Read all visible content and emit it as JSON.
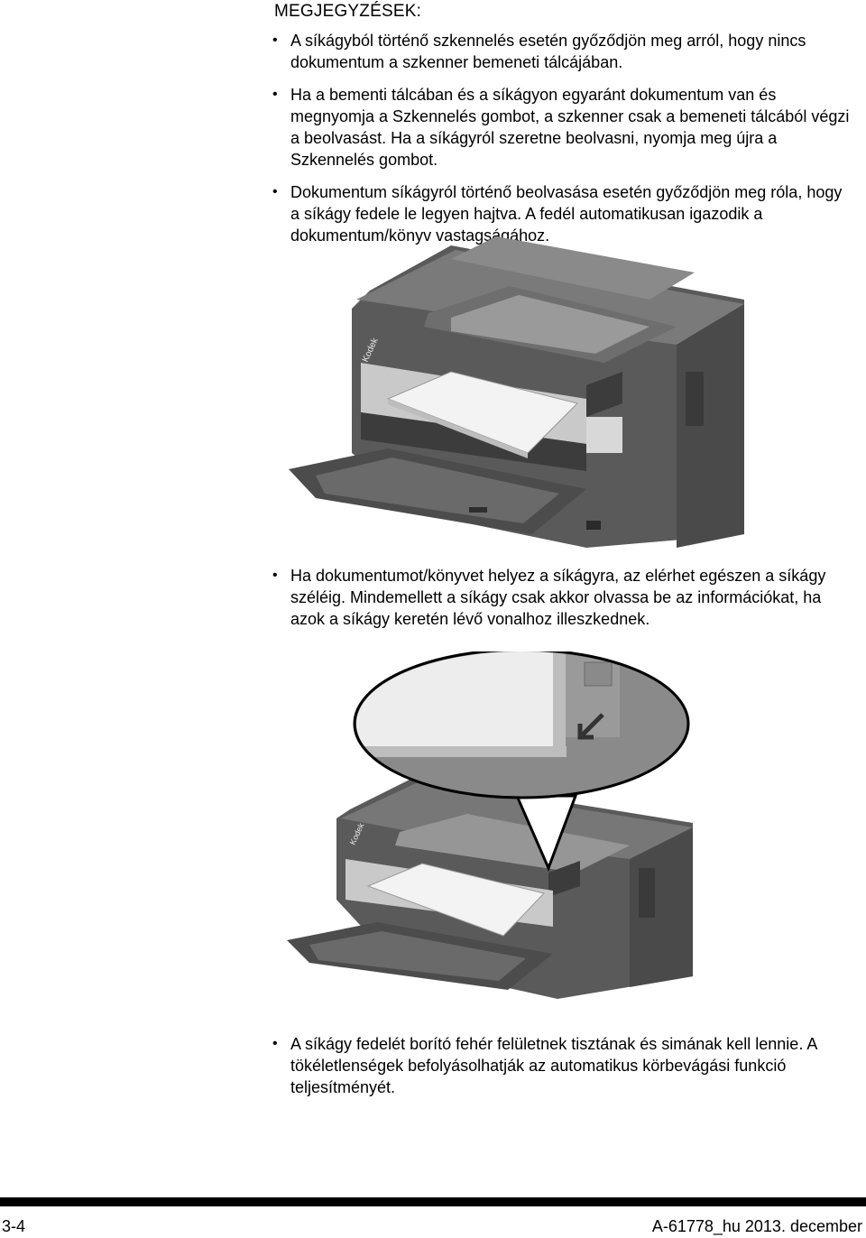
{
  "heading": "MEGJEGYZÉSEK:",
  "bullets_top": [
    "A síkágyból történő szkennelés esetén győződjön meg arról, hogy nincs dokumentum a szkenner bemeneti tálcájában.",
    "Ha a bementi tálcában és a síkágyon egyaránt dokumentum van és megnyomja a Szkennelés gombot, a szkenner csak a bemeneti tálcából végzi a beolvasást. Ha a síkágyról szeretne beolvasni, nyomja meg újra a Szkennelés gombot.",
    "Dokumentum síkágyról történő beolvasása esetén győződjön meg róla, hogy a síkágy fedele le legyen hajtva. A fedél automatikusan igazodik a dokumentum/könyv vastagságához."
  ],
  "bullets_mid": [
    "Ha dokumentumot/könyvet helyez a síkágyra, az elérhet egészen a síkágy széléig. Mindemellett a síkágy csak akkor olvassa be az információkat, ha azok a síkágy keretén lévő vonalhoz illeszkednek."
  ],
  "bullets_bottom": [
    "A síkágy fedelét borító fehér felületnek tisztának és simának kell lennie. A tökéletlenségek befolyásolhatják az automatikus körbevágási funkció teljesítményét."
  ],
  "figures": {
    "scanner_logo": "Kodek"
  },
  "footer": {
    "page_number": "3-4",
    "doc_id": "A-61778_hu  2013. december"
  }
}
